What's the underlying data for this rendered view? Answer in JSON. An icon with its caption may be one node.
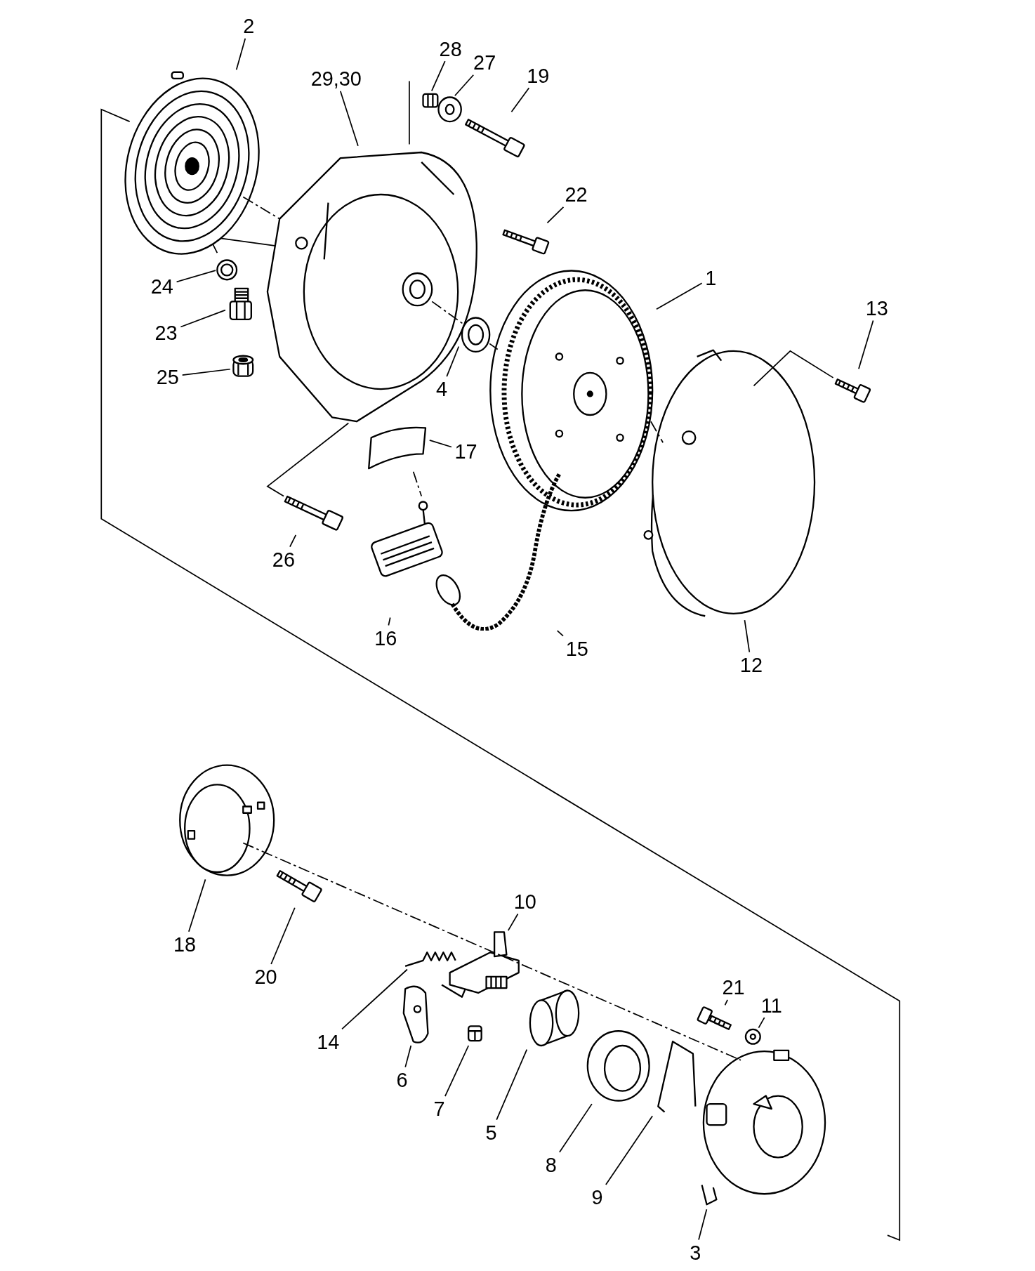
{
  "diagram": {
    "nodes": [
      {
        "text": [
          "2"
        ]
      },
      {
        "text": [],
        "shape": "picture"
      },
      {
        "text": [
          "29,30"
        ]
      },
      {
        "text": [],
        "shape": "picture"
      },
      {
        "text": [
          "28"
        ]
      },
      {
        "text": [],
        "shape": "picture"
      },
      {
        "text": [
          "27"
        ]
      },
      {
        "text": [],
        "shape": "picture"
      },
      {
        "text": [
          "19"
        ]
      },
      {
        "text": [],
        "shape": "picture"
      },
      {
        "text": [
          "22"
        ]
      },
      {
        "text": [],
        "shape": "picture"
      },
      {
        "text": [
          "1"
        ]
      },
      {
        "text": [],
        "shape": "picture"
      },
      {
        "text": [
          "13"
        ]
      },
      {
        "text": [],
        "shape": "picture"
      },
      {
        "text": [
          "24"
        ]
      },
      {
        "text": [],
        "shape": "picture"
      },
      {
        "text": [
          "23"
        ]
      },
      {
        "text": [],
        "shape": "picture"
      },
      {
        "text": [
          "25"
        ]
      },
      {
        "text": [],
        "shape": "picture"
      },
      {
        "text": [
          "4"
        ]
      },
      {
        "text": [],
        "shape": "picture"
      },
      {
        "text": [
          "17"
        ]
      },
      {
        "text": [],
        "shape": "picture"
      },
      {
        "text": [
          "26"
        ]
      },
      {
        "text": [],
        "shape": "picture"
      },
      {
        "text": [
          "16"
        ]
      },
      {
        "text": [],
        "shape": "picture"
      },
      {
        "text": [
          "15"
        ]
      },
      {
        "text": [],
        "shape": "picture"
      },
      {
        "text": [
          "12"
        ]
      },
      {
        "text": [],
        "shape": "picture"
      },
      {
        "text": [
          "18"
        ]
      },
      {
        "text": [],
        "shape": "picture"
      },
      {
        "text": [
          "20"
        ]
      },
      {
        "text": [],
        "shape": "picture"
      },
      {
        "text": [
          "10"
        ]
      },
      {
        "text": [],
        "shape": "picture"
      },
      {
        "text": [
          "14"
        ]
      },
      {
        "text": [],
        "shape": "picture"
      },
      {
        "text": [
          "6"
        ]
      },
      {
        "text": [],
        "shape": "picture"
      },
      {
        "text": [
          "7"
        ]
      },
      {
        "text": [],
        "shape": "picture"
      },
      {
        "text": [
          "5"
        ]
      },
      {
        "text": [],
        "shape": "picture"
      },
      {
        "text": [
          "8"
        ]
      },
      {
        "text": [],
        "shape": "picture"
      },
      {
        "text": [
          "9"
        ]
      },
      {
        "text": [],
        "shape": "picture"
      },
      {
        "text": [
          "21"
        ]
      },
      {
        "text": [],
        "shape": "picture"
      },
      {
        "text": [
          "11"
        ]
      },
      {
        "text": [],
        "shape": "picture"
      },
      {
        "text": [
          "3"
        ]
      },
      {
        "text": [],
        "shape": "picture"
      }
    ],
    "edges": [
      {
        "from": 0,
        "to": 1,
        "arrow": "none"
      },
      {
        "from": 2,
        "to": 3,
        "arrow": "none"
      },
      {
        "from": 4,
        "to": 5,
        "arrow": "none"
      },
      {
        "from": 6,
        "to": 7,
        "arrow": "none"
      },
      {
        "from": 8,
        "to": 9,
        "arrow": "none"
      },
      {
        "from": 10,
        "to": 11,
        "arrow": "none"
      },
      {
        "from": 12,
        "to": 13,
        "arrow": "none"
      },
      {
        "from": 14,
        "to": 15,
        "arrow": "none"
      },
      {
        "from": 16,
        "to": 17,
        "arrow": "none"
      },
      {
        "from": 18,
        "to": 19,
        "arrow": "none"
      },
      {
        "from": 20,
        "to": 21,
        "arrow": "none"
      },
      {
        "from": 22,
        "to": 23,
        "arrow": "none"
      },
      {
        "from": 24,
        "to": 25,
        "arrow": "none"
      },
      {
        "from": 26,
        "to": 27,
        "arrow": "none"
      },
      {
        "from": 28,
        "to": 29,
        "arrow": "none"
      },
      {
        "from": 30,
        "to": 31,
        "arrow": "none"
      },
      {
        "from": 32,
        "to": 33,
        "arrow": "none"
      },
      {
        "from": 34,
        "to": 35,
        "arrow": "none"
      },
      {
        "from": 36,
        "to": 37,
        "arrow": "none"
      },
      {
        "from": 38,
        "to": 39,
        "arrow": "none"
      },
      {
        "from": 40,
        "to": 41,
        "arrow": "none"
      },
      {
        "from": 42,
        "to": 43,
        "arrow": "none"
      },
      {
        "from": 44,
        "to": 45,
        "arrow": "none"
      },
      {
        "from": 46,
        "to": 47,
        "arrow": "none"
      },
      {
        "from": 48,
        "to": 49,
        "arrow": "none"
      },
      {
        "from": 50,
        "to": 51,
        "arrow": "none"
      },
      {
        "from": 52,
        "to": 53,
        "arrow": "none"
      },
      {
        "from": 54,
        "to": 55,
        "arrow": "none"
      },
      {
        "from": 56,
        "to": 57,
        "arrow": "none"
      },
      {
        "from": 1,
        "to": 3,
        "arrow": "none",
        "style": "dashed"
      },
      {
        "from": 3,
        "to": 23,
        "arrow": "none",
        "style": "dashed"
      },
      {
        "from": 13,
        "to": 33,
        "arrow": "none",
        "style": "dashed"
      },
      {
        "from": 33,
        "to": 15,
        "arrow": "none"
      },
      {
        "from": 3,
        "to": 27,
        "arrow": "none"
      },
      {
        "from": 25,
        "to": 29,
        "arrow": "none",
        "style": "dashed"
      },
      {
        "from": 35,
        "to": 57,
        "arrow": "none",
        "style": "dashed"
      },
      {
        "from": 23,
        "to": 13,
        "arrow": "none",
        "style": "dashed"
      }
    ]
  }
}
